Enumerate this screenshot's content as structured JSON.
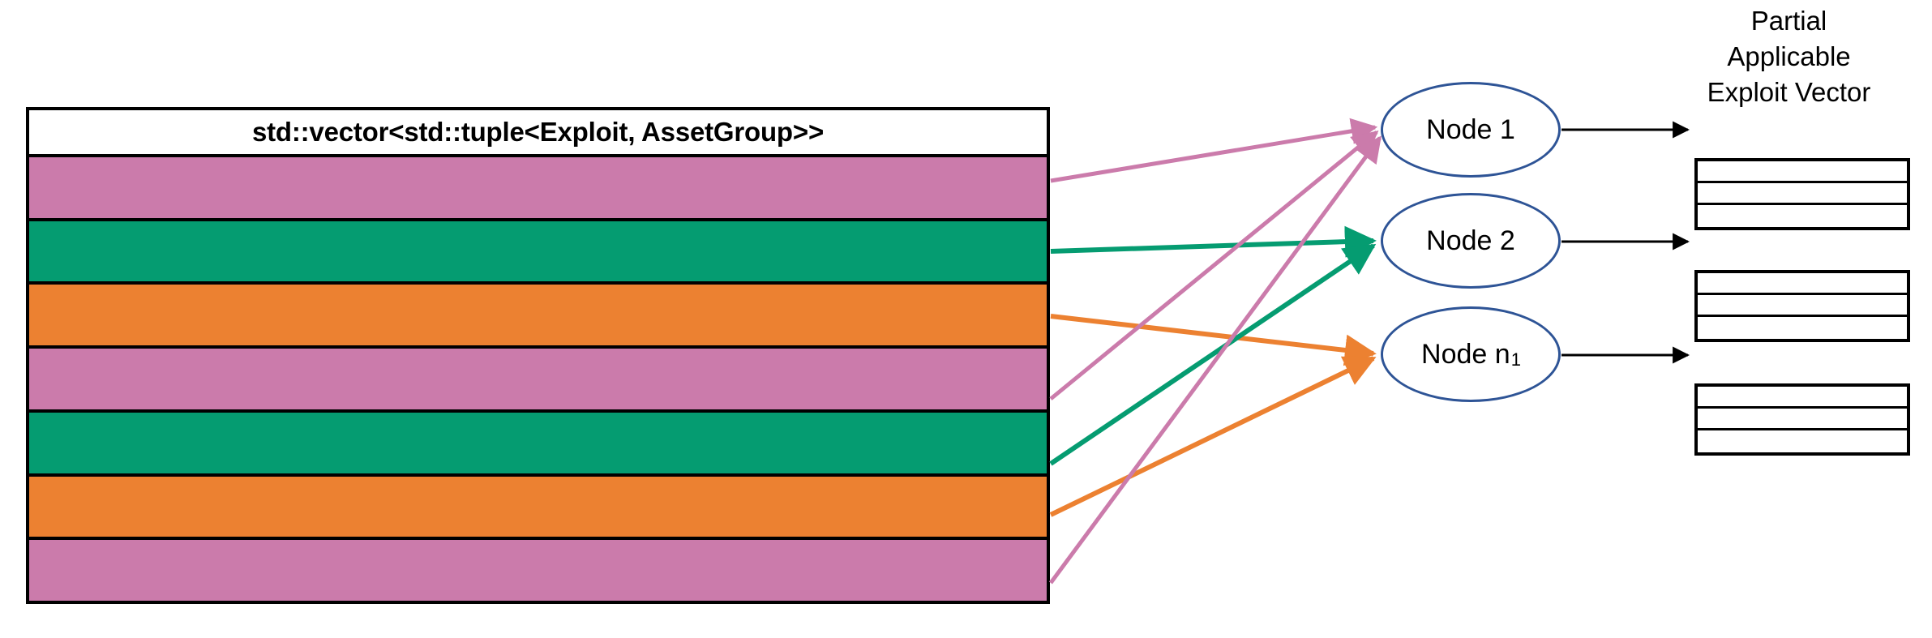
{
  "diagram": {
    "title_text": "std::vector<std::tuple<Exploit, AssetGroup>>",
    "right_label_lines": [
      "Partial",
      "Applicable",
      "Exploit Vector"
    ],
    "colors": {
      "pink": "#CB7BAB",
      "green": "#059C71",
      "orange": "#EC8131",
      "node_border": "#2E5496",
      "outline": "#000000",
      "background": "#FFFFFF"
    },
    "table": {
      "header": "std::vector<std::tuple<Exploit, AssetGroup>>",
      "rows": [
        {
          "index": 1,
          "color": "#CB7BAB",
          "group": "pink",
          "target": "Node 1"
        },
        {
          "index": 2,
          "color": "#059C71",
          "group": "green",
          "target": "Node 2"
        },
        {
          "index": 3,
          "color": "#EC8131",
          "group": "orange",
          "target": "Node n1"
        },
        {
          "index": 4,
          "color": "#CB7BAB",
          "group": "pink",
          "target": "Node 1"
        },
        {
          "index": 5,
          "color": "#059C71",
          "group": "green",
          "target": "Node 2"
        },
        {
          "index": 6,
          "color": "#EC8131",
          "group": "orange",
          "target": "Node n1"
        },
        {
          "index": 7,
          "color": "#CB7BAB",
          "group": "pink",
          "target": "Node 1"
        }
      ]
    },
    "nodes": [
      {
        "id": "node-1",
        "label": "Node 1",
        "label_main": "Node 1",
        "subscript": ""
      },
      {
        "id": "node-2",
        "label": "Node 2",
        "label_main": "Node 2",
        "subscript": ""
      },
      {
        "id": "node-n",
        "label": "Node n1",
        "label_main": "Node n",
        "subscript": "1"
      }
    ],
    "partial_vectors": [
      {
        "id": "pvec-1",
        "for_node": "Node 1",
        "cells": [
          "",
          "",
          ""
        ]
      },
      {
        "id": "pvec-2",
        "for_node": "Node 2",
        "cells": [
          "",
          "",
          ""
        ]
      },
      {
        "id": "pvec-3",
        "for_node": "Node n1",
        "cells": [
          "",
          "",
          ""
        ]
      }
    ]
  }
}
